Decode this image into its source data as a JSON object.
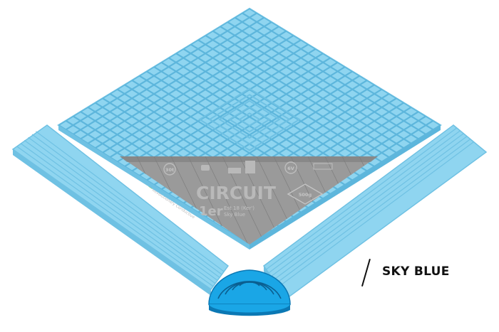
{
  "product": {
    "brand": "CIRCUIT",
    "model": "1er",
    "sub_lines": [
      "Est 18 (Ker')",
      "Sky Blue"
    ],
    "badges": [
      "30t",
      "6V",
      "500g"
    ],
    "small_text": [
      "Revolutionary Conductive"
    ],
    "color_name": "SKY BLUE"
  },
  "colors": {
    "tile": "#8fd5f0",
    "tile_dark": "#5db6dc",
    "tile_edge": "#6fc1e3",
    "underside": "#9a9a9a",
    "underside_dark": "#7d7d7d",
    "corner": "#1aa6e6",
    "corner_dark": "#0b78b4",
    "shadow": "#b7b7b7",
    "text_dark": "#111111"
  },
  "icons": [
    "tile-grid-icon",
    "edge-ramp-icon",
    "corner-piece-icon",
    "weight-icon",
    "voltage-icon",
    "slash-icon"
  ]
}
